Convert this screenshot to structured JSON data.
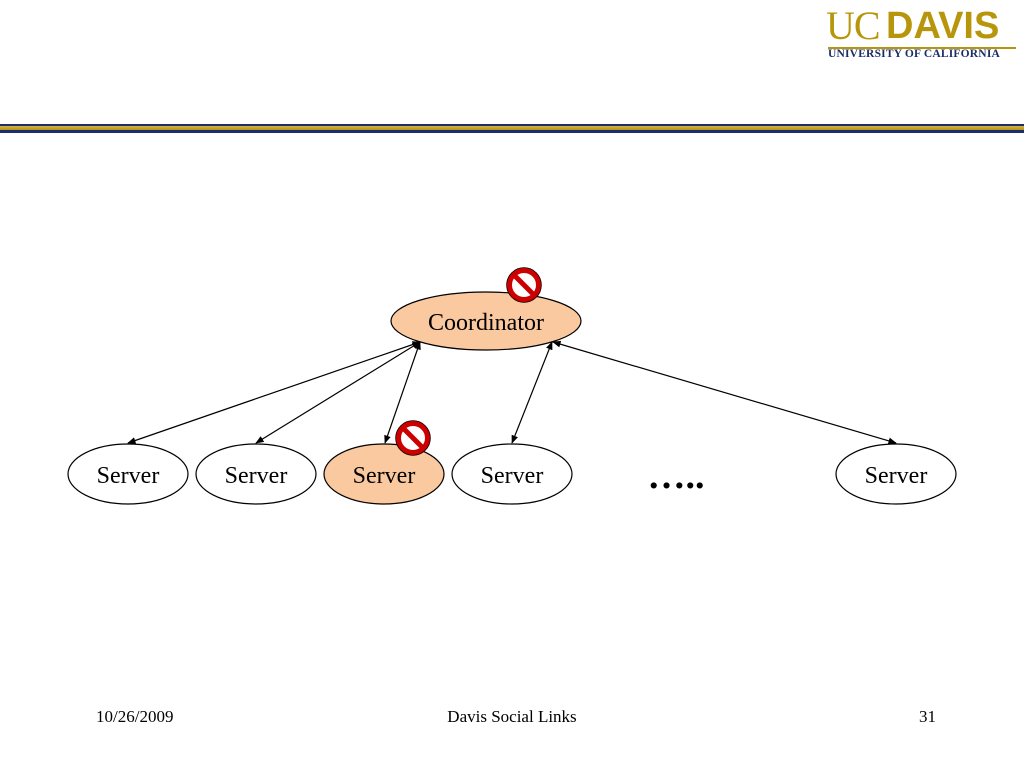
{
  "logo": {
    "uc": "UC",
    "davis": "DAVIS",
    "subtitle": "UNIVERSITY OF CALIFORNIA"
  },
  "diagram": {
    "coordinator": {
      "label": "Coordinator",
      "blocked": true
    },
    "servers": [
      {
        "label": "Server",
        "highlighted": false,
        "blocked": false
      },
      {
        "label": "Server",
        "highlighted": false,
        "blocked": false
      },
      {
        "label": "Server",
        "highlighted": true,
        "blocked": true
      },
      {
        "label": "Server",
        "highlighted": false,
        "blocked": false
      },
      {
        "label": "Server",
        "highlighted": false,
        "blocked": false
      }
    ],
    "ellipsis": "…..",
    "colors": {
      "highlight_fill": "#fbc99f",
      "node_fill": "#ffffff",
      "stroke": "#000000",
      "block_sign": "#cc0000"
    }
  },
  "footer": {
    "date": "10/26/2009",
    "title": "Davis Social Links",
    "page": "31"
  }
}
